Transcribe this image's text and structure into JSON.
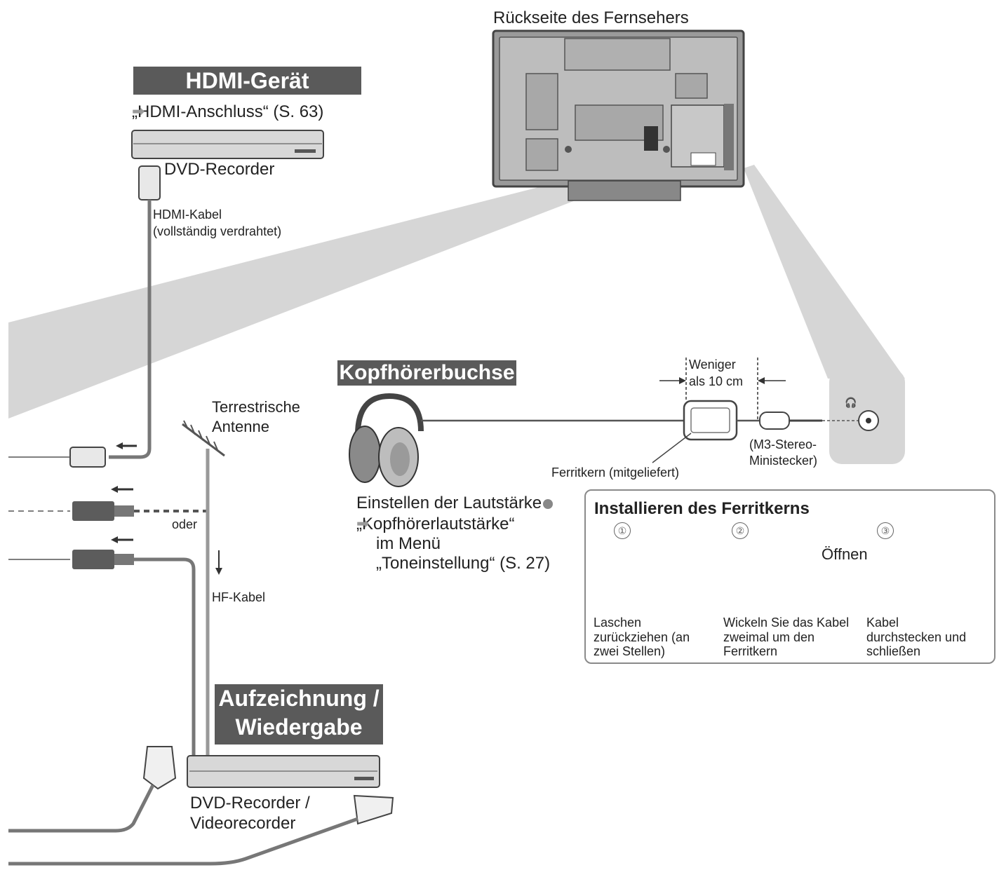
{
  "tv": {
    "caption": "Rückseite des Fernsehers"
  },
  "hdmi_section": {
    "banner": "HDMI-Gerät",
    "reference": "„HDMI-Anschluss“ (S. 63)",
    "device_label": "DVD-Recorder",
    "cable_label_line1": "HDMI-Kabel",
    "cable_label_line2": "(vollständig verdrahtet)"
  },
  "antenna": {
    "label_line1": "Terrestrische",
    "label_line2": "Antenne"
  },
  "oder": "oder",
  "hf_cable": "HF-Kabel",
  "recording_section": {
    "banner_line1": "Aufzeichnung /",
    "banner_line2": "Wiedergabe",
    "device_label_line1": "DVD-Recorder /",
    "device_label_line2": "Videorecorder"
  },
  "headphone_section": {
    "banner": "Kopfhörerbuchse",
    "volume_line1": "Einstellen der Lautstärke",
    "volume_line2": "„Kopfhörerlautstärke“",
    "volume_line3": "im Menü",
    "volume_line4": "„Toneinstellung“ (S. 27)",
    "distance_line1": "Weniger",
    "distance_line2": "als 10 cm",
    "ferrite_label": "Ferritkern (mitgeliefert)",
    "plug_line1": "(M3-Stereo-",
    "plug_line2": "Ministecker)"
  },
  "ferrite_install": {
    "title": "Installieren des Ferritkerns",
    "open_label": "Öffnen",
    "steps": [
      {
        "num": "①",
        "text": "Laschen\nzurückziehen (an\nzwei Stellen)"
      },
      {
        "num": "②",
        "text": "Wickeln Sie das Kabel\nzweimal um den\nFerritkern"
      },
      {
        "num": "③",
        "text": "Kabel\ndurchstecken und\nschließen"
      }
    ]
  },
  "colors": {
    "banner_bg": "#5a5a5a",
    "beam": "#d4d4d4",
    "cable": "#777777"
  }
}
